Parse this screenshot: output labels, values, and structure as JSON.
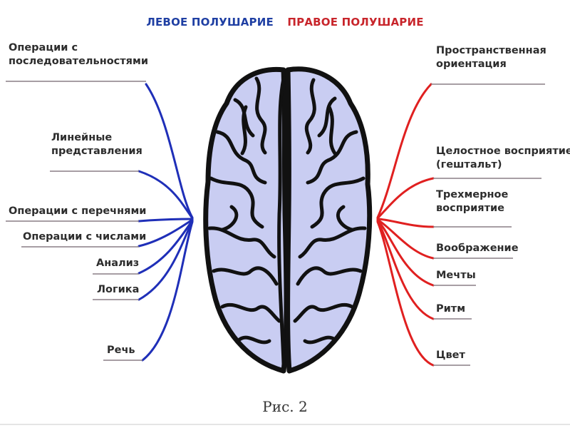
{
  "header": {
    "left_hemisphere": "ЛЕВОЕ ПОЛУШАРИЕ",
    "right_hemisphere": "ПРАВОЕ ПОЛУШАРИЕ",
    "left_color": "#1f3fa3",
    "right_color": "#c8252b"
  },
  "left_items": [
    {
      "line1": "Операции с",
      "line2": "последовательностями"
    },
    {
      "line1": "Линейные",
      "line2": "представления"
    },
    {
      "line1": "Операции с перечнями"
    },
    {
      "line1": "Операции с числами"
    },
    {
      "line1": "Анализ"
    },
    {
      "line1": "Логика"
    },
    {
      "line1": "Речь"
    }
  ],
  "right_items": [
    {
      "line1": "Пространственная",
      "line2": "ориентация"
    },
    {
      "line1": "Целостное восприятие",
      "line2": "(гештальт)"
    },
    {
      "line1": "Трехмерное",
      "line2": "восприятие"
    },
    {
      "line1": "Воображение"
    },
    {
      "line1": "Мечты"
    },
    {
      "line1": "Ритм"
    },
    {
      "line1": "Цвет"
    }
  ],
  "caption": "Рис. 2",
  "brain": {
    "fill": "#c9cdf2",
    "outline": "#111111",
    "icon": "brain-top-view-icon"
  }
}
